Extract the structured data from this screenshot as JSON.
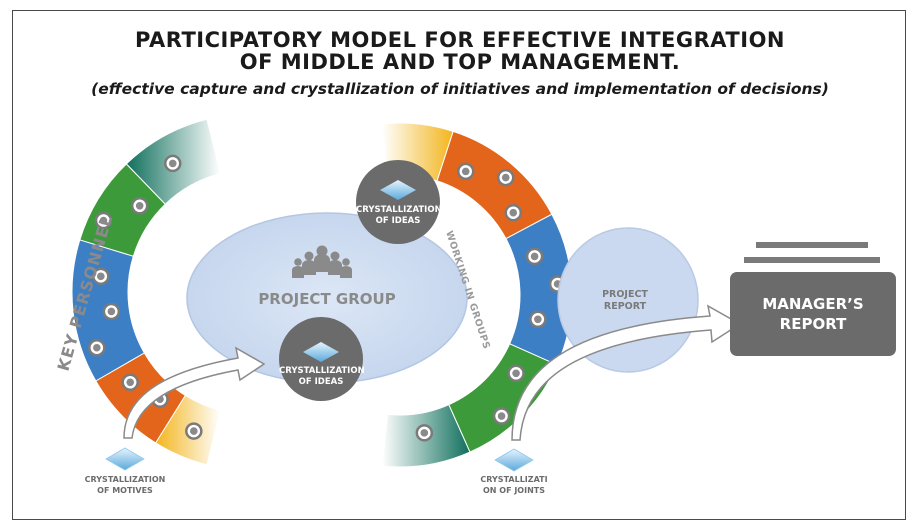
{
  "title": {
    "line1": "PARTICIPATORY MODEL FOR EFFECTIVE INTEGRATION",
    "line2": "OF MIDDLE AND TOP MANAGEMENT.",
    "subtitle": "(effective capture and crystallization of initiatives and implementation of decisions)"
  },
  "left_ring": {
    "label": "KEY PERSONNEL"
  },
  "right_ring": {
    "label": "WORKING IN GROUPS"
  },
  "project_group": {
    "label": "PROJECT GROUP",
    "icon": "people-group-icon"
  },
  "bubbles": {
    "top": {
      "label_line1": "CRYSTALLIZATION",
      "label_line2": "OF IDEAS"
    },
    "bottom": {
      "label_line1": "CRYSTALLIZATION",
      "label_line2": "OF IDEAS"
    }
  },
  "captions": {
    "motives_line1": "CRYSTALLIZATION",
    "motives_line2": "OF MOTIVES",
    "joints_line1": "CRYSTALLIZATI",
    "joints_line2": "ON OF JOINTS"
  },
  "project_report": {
    "line1": "PROJECT",
    "line2": "REPORT"
  },
  "managers_report": {
    "line1": "MANAGER’S",
    "line2": "REPORT"
  },
  "colors": {
    "green": "#3c9a3a",
    "blue": "#3d7fc4",
    "orange": "#e3651c",
    "yellow": "#f2b51c",
    "teal": "#0f6f5c",
    "bubble": "#6b6b6b",
    "ellipse": "#c9d8ee",
    "report_box": "#6b6b6b"
  }
}
